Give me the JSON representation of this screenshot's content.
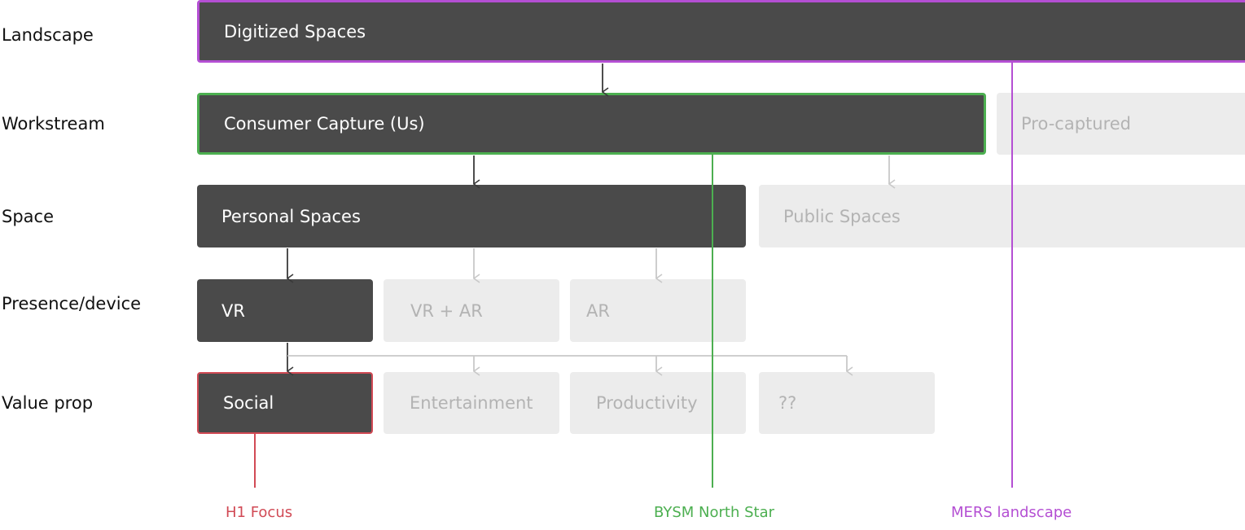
{
  "rows": {
    "landscape": "Landscape",
    "workstream": "Workstream",
    "space": "Space",
    "presence": "Presence/device",
    "value_prop": "Value prop"
  },
  "nodes": {
    "digitized_spaces": "Digitized Spaces",
    "consumer_capture": "Consumer Capture (Us)",
    "pro_captured": "Pro-captured",
    "personal_spaces": "Personal Spaces",
    "public_spaces": "Public Spaces",
    "vr": "VR",
    "vr_ar": "VR + AR",
    "ar": "AR",
    "social": "Social",
    "entertainment": "Entertainment",
    "productivity": "Productivity",
    "unknown": "??"
  },
  "markers": {
    "h1_focus": {
      "label": "H1 Focus",
      "color": "#d14a55"
    },
    "north_star": {
      "label": "BYSM North Star",
      "color": "#4caf50"
    },
    "mers": {
      "label": "MERS landscape",
      "color": "#b44fd3"
    }
  },
  "colors": {
    "dark_box": "#4a4a4a",
    "light_box": "#ececec",
    "light_text": "#b3b3b3",
    "dark_arrow": "#3a3a3a",
    "light_arrow": "#c8c8c8"
  }
}
